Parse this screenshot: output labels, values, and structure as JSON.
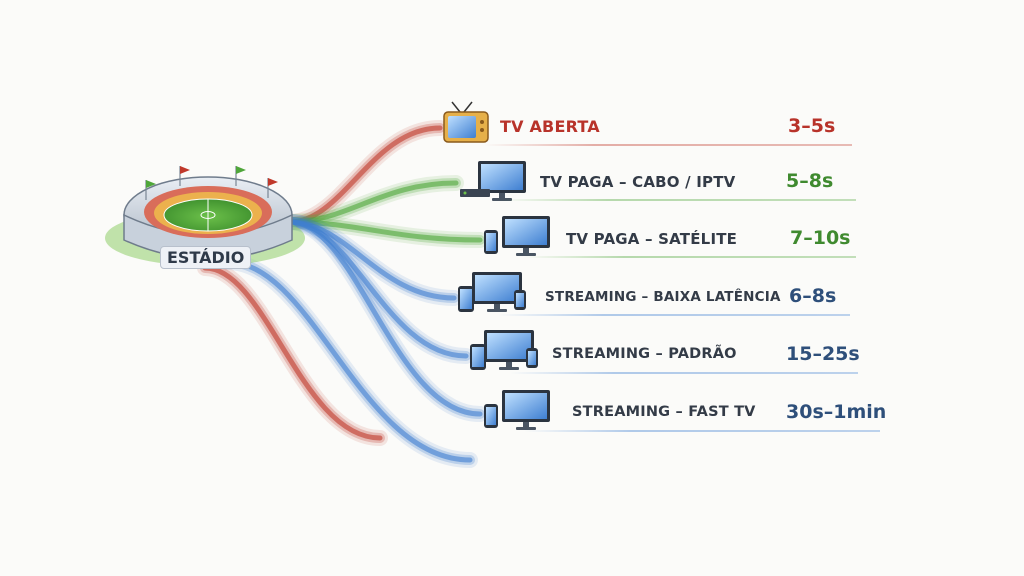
{
  "hub": {
    "label": "ESTÁDIO"
  },
  "rows": [
    {
      "label": "TV ABERTA",
      "value": "3–5s",
      "color": "#c0392b",
      "label_color": "#b8332a",
      "device": "tv-retro"
    },
    {
      "label": "TV PAGA – CABO / IPTV",
      "value": "5–8s",
      "color": "#4fa63a",
      "label_color": "#333b47",
      "device": "tv-settop"
    },
    {
      "label": "TV PAGA – SATÉLITE",
      "value": "7–10s",
      "color": "#4fa63a",
      "label_color": "#333b47",
      "device": "monitor-phone"
    },
    {
      "label": "STREAMING – BAIXA LATÊNCIA",
      "value": "6–8s",
      "color": "#3f7fd1",
      "label_color": "#333b47",
      "device": "multi-device"
    },
    {
      "label": "STREAMING – PADRÃO",
      "value": "15–25s",
      "color": "#3f7fd1",
      "label_color": "#333b47",
      "device": "multi-device"
    },
    {
      "label": "STREAMING – FAST TV",
      "value": "30s–1min",
      "color": "#3f7fd1",
      "label_color": "#333b47",
      "device": "monitor-phone"
    }
  ],
  "colors": {
    "red": "#c0392b",
    "green": "#4fa63a",
    "blue": "#3f7fd1",
    "value_green": "#3f8a2f",
    "value_blue": "#2e4f7a",
    "value_red": "#b8332a"
  }
}
